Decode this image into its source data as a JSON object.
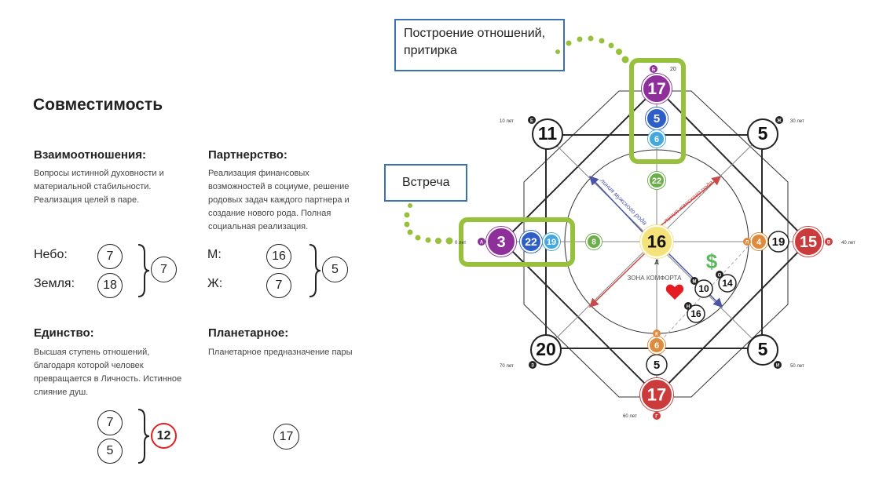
{
  "left": {
    "title": "Совместимость",
    "vzaimo": {
      "heading": "Взаимоотношения:",
      "desc": "Вопросы истинной духовности и материальной стабильности. Реализация целей в паре.",
      "label1": "Небо:",
      "label2": "Земля:",
      "v1": "7",
      "v2": "18",
      "result": "7"
    },
    "partner": {
      "heading": "Партнерство:",
      "desc": "Реализация финансовых возможностей в социуме, решение родовых задач каждого партнера и создание нового рода. Полная социальная реализация.",
      "label1": "М:",
      "label2": "Ж:",
      "v1": "16",
      "v2": "7",
      "result": "5"
    },
    "unity": {
      "heading": "Единство:",
      "desc": "Высшая ступень отношений, благодаря которой человек превращается в Личность. Истинное слияние душ.",
      "v1": "7",
      "v2": "5",
      "result": "12"
    },
    "planet": {
      "heading": "Планетарное:",
      "desc": "Планетарное предназначение пары",
      "value": "17"
    }
  },
  "callouts": {
    "top": "Построение отношений, притирка",
    "left": "Встреча"
  },
  "diagram": {
    "center": "16",
    "center_letter": "Д",
    "comfort_zone": "ЗОНА КОМФОРТА",
    "male_line": "линия мужского рода",
    "female_line": "линия женского рода",
    "dollar": "$",
    "age_labels": {
      "a0": "0 лет",
      "a10": "10 лет",
      "a20": "20",
      "a30": "30 лет",
      "a40": "40 лет",
      "a50": "50 лет",
      "a60": "60 лет",
      "a70": "70 лет"
    },
    "letters": {
      "a": "А",
      "b": "Б",
      "v": "В",
      "g": "Г",
      "e": "Е",
      "zh": "Ж",
      "z": "З",
      "i": "И",
      "k": "К",
      "l": "Л",
      "m": "М",
      "n": "Н",
      "o": "О"
    },
    "nodes": {
      "left_outer": "3",
      "left_2": "22",
      "left_3": "19",
      "left_inner": "8",
      "top_outer": "17",
      "top_2": "5",
      "top_3": "6",
      "top_inner": "22",
      "right_outer": "15",
      "right_2": "19",
      "right_3": "4",
      "bottom_outer": "17",
      "bottom_2": "5",
      "bottom_3": "6",
      "tl": "11",
      "tr": "5",
      "bl": "20",
      "br": "5",
      "m10": "10",
      "m14": "14",
      "m16": "16"
    },
    "colors": {
      "purple": "#8e2f9c",
      "blue": "#2e5fc9",
      "lightblue": "#43a7e0",
      "green": "#6cae4a",
      "yellow": "#f5e27a",
      "red": "#cc3b3b",
      "orange": "#e08a3c",
      "highlight": "#97c13c",
      "callout": "#3b72b5"
    }
  }
}
